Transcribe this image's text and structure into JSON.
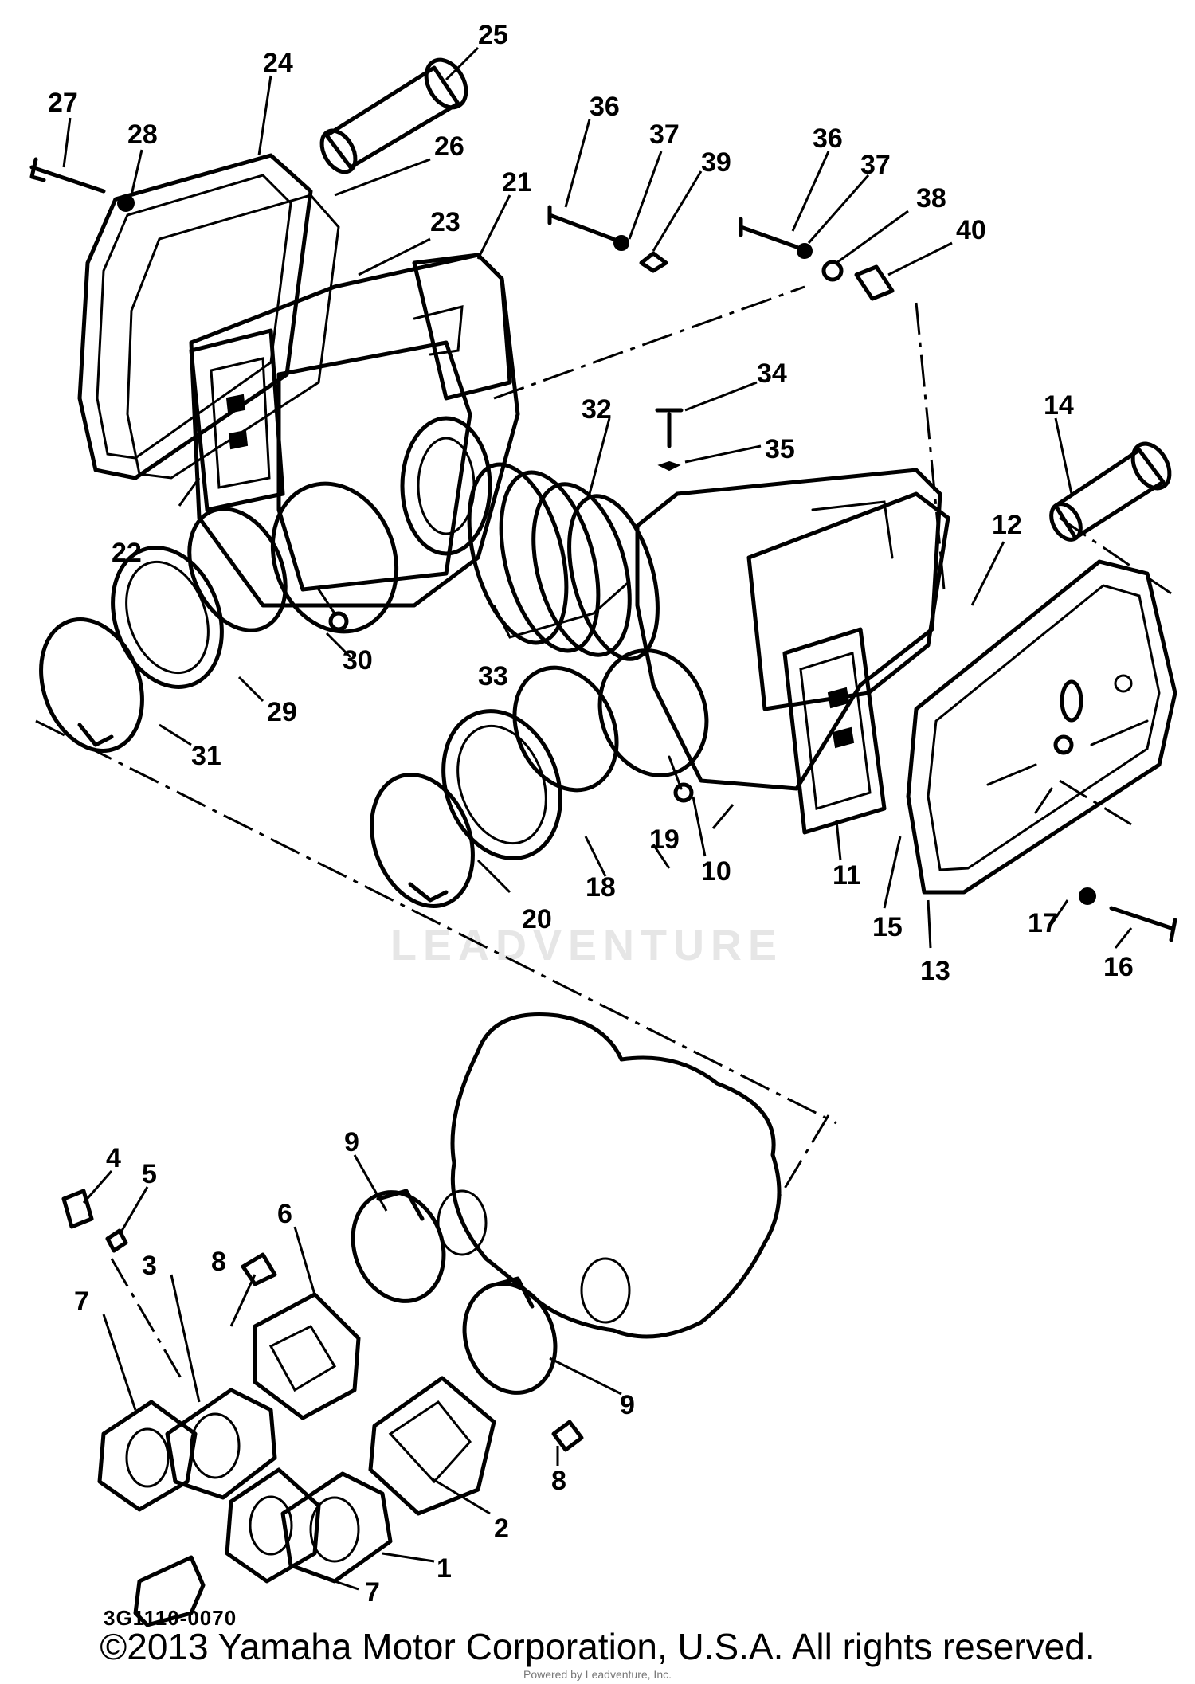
{
  "part_labels": {
    "p1": "1",
    "p2": "2",
    "p3": "3",
    "p4": "4",
    "p5": "5",
    "p6": "6",
    "p7a": "7",
    "p7b": "7",
    "p8a": "8",
    "p8b": "8",
    "p9a": "9",
    "p9b": "9",
    "p10": "10",
    "p11": "11",
    "p12": "12",
    "p13": "13",
    "p14": "14",
    "p15": "15",
    "p16": "16",
    "p17": "17",
    "p18": "18",
    "p19": "19",
    "p20": "20",
    "p21": "21",
    "p22": "22",
    "p23": "23",
    "p24": "24",
    "p25": "25",
    "p26": "26",
    "p27": "27",
    "p28": "28",
    "p29": "29",
    "p30": "30",
    "p31": "31",
    "p32": "32",
    "p33": "33",
    "p34": "34",
    "p35": "35",
    "p36a": "36",
    "p36b": "36",
    "p37a": "37",
    "p37b": "37",
    "p38": "38",
    "p39": "39",
    "p40": "40"
  },
  "diagram_code": "3G1110-0070",
  "watermark": "LEADVENTURE",
  "copyright": "©2013 Yamaha Motor Corporation, U.S.A. All rights reserved.",
  "credit": "Powered by Leadventure, Inc."
}
